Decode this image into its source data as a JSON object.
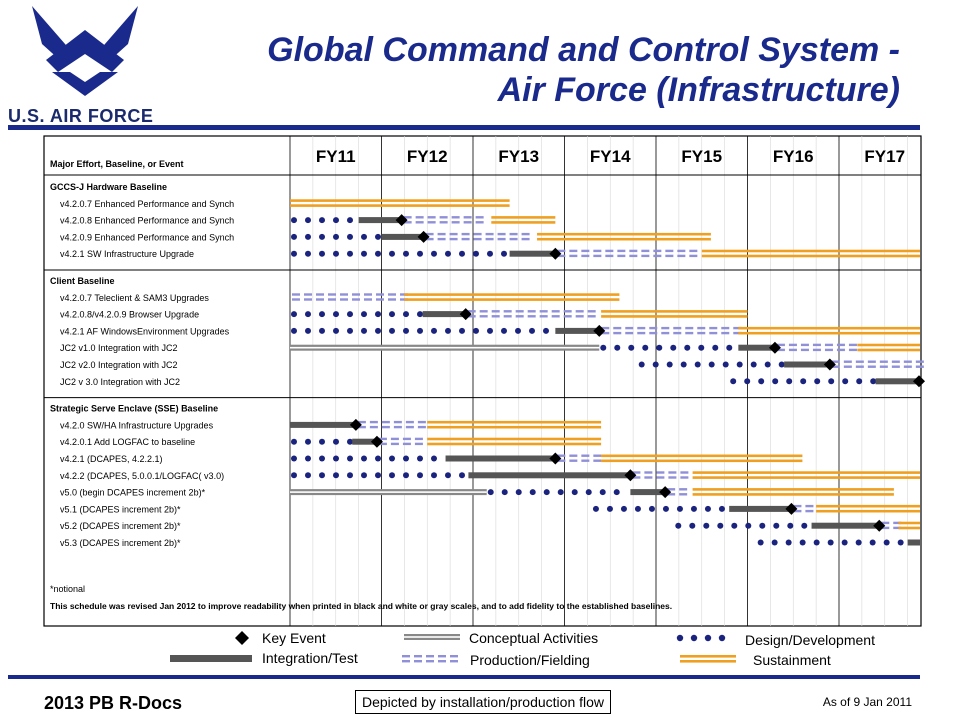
{
  "header": {
    "org": "U.S. AIR FORCE",
    "title_line1": "Global Command and Control System -",
    "title_line2": "Air Force (Infrastructure)"
  },
  "colors": {
    "navy": "#1a2a8c",
    "integration": "#555555",
    "sustainment": "#f0a020",
    "production": "#9090d8",
    "design": "#1a237e",
    "key_event": "#000000"
  },
  "timeline": {
    "column_header": "Major Effort, Baseline, or Event",
    "fiscal_years": [
      "FY11",
      "FY12",
      "FY13",
      "FY14",
      "FY15",
      "FY16",
      "FY17"
    ]
  },
  "sections": [
    {
      "title": "GCCS-J Hardware Baseline",
      "rows": [
        {
          "label": "v4.2.0.7 Enhanced Performance and Synch",
          "bars": [
            {
              "t": "sust",
              "s": 0,
              "e": 2.4
            }
          ]
        },
        {
          "label": "v4.2.0.8 Enhanced Performance and Synch",
          "bars": [
            {
              "t": "des",
              "s": 0,
              "e": 0.75
            },
            {
              "t": "int",
              "s": 0.75,
              "e": 1.22
            },
            {
              "t": "prod",
              "s": 1.22,
              "e": 2.2
            },
            {
              "t": "sust",
              "s": 2.2,
              "e": 2.9
            }
          ],
          "key": 1.22
        },
        {
          "label": "v4.2.0.9 Enhanced Performance and Synch",
          "bars": [
            {
              "t": "des",
              "s": 0,
              "e": 1.0
            },
            {
              "t": "int",
              "s": 1.0,
              "e": 1.46
            },
            {
              "t": "prod",
              "s": 1.46,
              "e": 2.7
            },
            {
              "t": "sust",
              "s": 2.7,
              "e": 4.6
            }
          ],
          "key": 1.46
        },
        {
          "label": "v4.2.1 SW Infrastructure Upgrade",
          "bars": [
            {
              "t": "des",
              "s": 0,
              "e": 2.4
            },
            {
              "t": "int",
              "s": 2.4,
              "e": 2.9
            },
            {
              "t": "prod",
              "s": 2.9,
              "e": 4.5
            },
            {
              "t": "sust",
              "s": 4.5,
              "e": 7.0
            }
          ],
          "key": 2.9
        }
      ]
    },
    {
      "title": "Client Baseline",
      "rows": [
        {
          "label": "v4.2.0.7 Teleclient  & SAM3 Upgrades",
          "bars": [
            {
              "t": "prod",
              "s": 0,
              "e": 1.25
            },
            {
              "t": "sust",
              "s": 1.25,
              "e": 3.6
            }
          ]
        },
        {
          "label": "v4.2.0.8/v4.2.0.9 Browser Upgrade",
          "bars": [
            {
              "t": "des",
              "s": 0,
              "e": 1.45
            },
            {
              "t": "int",
              "s": 1.45,
              "e": 1.92
            },
            {
              "t": "prod",
              "s": 1.92,
              "e": 3.4
            },
            {
              "t": "sust",
              "s": 3.4,
              "e": 5.0
            }
          ],
          "key": 1.92
        },
        {
          "label": "v4.2.1 AF WindowsEnvironment  Upgrades",
          "bars": [
            {
              "t": "des",
              "s": 0,
              "e": 2.9
            },
            {
              "t": "int",
              "s": 2.9,
              "e": 3.38
            },
            {
              "t": "prod",
              "s": 3.38,
              "e": 4.9
            },
            {
              "t": "sust",
              "s": 4.9,
              "e": 7.0
            }
          ],
          "key": 3.38
        },
        {
          "label": "JC2  v1.0 Integration with JC2",
          "bars": [
            {
              "t": "conc",
              "s": 0,
              "e": 3.38
            },
            {
              "t": "des",
              "s": 3.38,
              "e": 4.9
            },
            {
              "t": "int",
              "s": 4.9,
              "e": 5.3
            },
            {
              "t": "prod",
              "s": 5.3,
              "e": 6.2
            },
            {
              "t": "sust",
              "s": 6.2,
              "e": 7.0
            }
          ],
          "key": 5.3
        },
        {
          "label": "JC2 v2.0 Integration with JC2",
          "bars": [
            {
              "t": "des",
              "s": 3.8,
              "e": 5.4
            },
            {
              "t": "int",
              "s": 5.4,
              "e": 5.9
            },
            {
              "t": "prod",
              "s": 5.9,
              "e": 7.0
            }
          ],
          "key": 5.9
        },
        {
          "label": "JC2 v 3.0 Integration with JC2",
          "bars": [
            {
              "t": "des",
              "s": 4.8,
              "e": 6.4
            },
            {
              "t": "int",
              "s": 6.4,
              "e": 7.0
            }
          ],
          "key": 7.0
        }
      ]
    },
    {
      "title": "Strategic Serve Enclave (SSE) Baseline",
      "rows": [
        {
          "label": "v4.2.0 SW/HA Infrastructure Upgrades",
          "bars": [
            {
              "t": "int",
              "s": 0,
              "e": 0.72
            },
            {
              "t": "prod",
              "s": 0.72,
              "e": 1.5
            },
            {
              "t": "sust",
              "s": 1.5,
              "e": 3.4
            }
          ],
          "key": 0.72
        },
        {
          "label": "v4.2.0.1 Add LOGFAC to baseline",
          "bars": [
            {
              "t": "des",
              "s": 0,
              "e": 0.68
            },
            {
              "t": "int",
              "s": 0.68,
              "e": 0.95
            },
            {
              "t": "prod",
              "s": 0.95,
              "e": 1.5
            },
            {
              "t": "sust",
              "s": 1.5,
              "e": 3.4
            }
          ],
          "key": 0.95
        },
        {
          "label": "v4.2.1 (DCAPES, 4.2.2.1)",
          "bars": [
            {
              "t": "des",
              "s": 0,
              "e": 1.7
            },
            {
              "t": "int",
              "s": 1.7,
              "e": 2.9
            },
            {
              "t": "prod",
              "s": 2.9,
              "e": 3.4
            },
            {
              "t": "sust",
              "s": 3.4,
              "e": 5.6
            }
          ],
          "key": 2.9
        },
        {
          "label": "v4.2.2 (DCAPES, 5.0.0.1/LOGFAC( v3.0)",
          "bars": [
            {
              "t": "des",
              "s": 0,
              "e": 1.95
            },
            {
              "t": "int",
              "s": 1.95,
              "e": 3.72
            },
            {
              "t": "prod",
              "s": 3.72,
              "e": 4.4
            },
            {
              "t": "sust",
              "s": 4.4,
              "e": 7.0
            }
          ],
          "key": 3.72
        },
        {
          "label": "v5.0 (begin DCAPES increment 2b)*",
          "bars": [
            {
              "t": "conc",
              "s": 0,
              "e": 2.15
            },
            {
              "t": "des",
              "s": 2.15,
              "e": 3.72
            },
            {
              "t": "int",
              "s": 3.72,
              "e": 4.1
            },
            {
              "t": "prod",
              "s": 4.1,
              "e": 4.4
            },
            {
              "t": "sust",
              "s": 4.4,
              "e": 6.6
            }
          ],
          "key": 4.1
        },
        {
          "label": "v5.1 (DCAPES increment 2b)*",
          "bars": [
            {
              "t": "des",
              "s": 3.3,
              "e": 4.8
            },
            {
              "t": "int",
              "s": 4.8,
              "e": 5.48
            },
            {
              "t": "prod",
              "s": 5.48,
              "e": 5.75
            },
            {
              "t": "sust",
              "s": 5.75,
              "e": 7.0
            }
          ],
          "key": 5.48
        },
        {
          "label": "v5.2 (DCAPES increment 2b)*",
          "bars": [
            {
              "t": "des",
              "s": 4.2,
              "e": 5.7
            },
            {
              "t": "int",
              "s": 5.7,
              "e": 6.44
            },
            {
              "t": "prod",
              "s": 6.44,
              "e": 6.65
            },
            {
              "t": "sust",
              "s": 6.65,
              "e": 7.0
            }
          ],
          "key": 6.44
        },
        {
          "label": "v5.3 (DCAPES increment 2b)*",
          "bars": [
            {
              "t": "des",
              "s": 5.1,
              "e": 6.75
            },
            {
              "t": "int",
              "s": 6.75,
              "e": 7.0
            }
          ]
        }
      ]
    }
  ],
  "notes": {
    "notional": "*notional",
    "revision": "This schedule was revised Jan 2012 to improve readability when printed in black and white or gray scales, and to add fidelity to the established baselines."
  },
  "legend": {
    "key_event": "Key Event",
    "conceptual": "Conceptual Activities",
    "design": "Design/Development",
    "integration": "Integration/Test",
    "production": "Production/Fielding",
    "sustainment": "Sustainment"
  },
  "footer": {
    "left": "2013 PB R-Docs",
    "center": "Depicted by installation/production flow",
    "right": "As of 9 Jan 2011"
  }
}
